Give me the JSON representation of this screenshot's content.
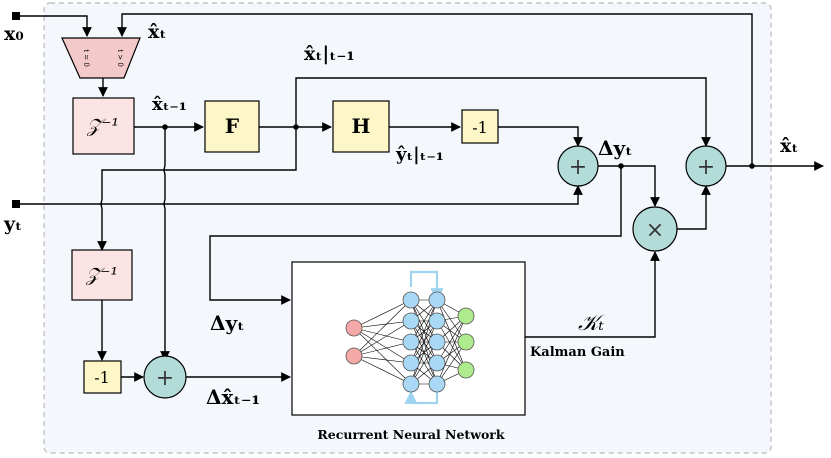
{
  "inputs": {
    "x0": "x₀",
    "yt": "yₜ"
  },
  "blocks": {
    "delay_top": "𝒵⁻¹",
    "delay_bottom": "𝒵⁻¹",
    "F": "F",
    "H": "H",
    "neg1_top": "-1",
    "neg1_bottom": "-1",
    "switch_top": "t = 0",
    "switch_bottom": "t > 0"
  },
  "operators": {
    "add": "+",
    "multiply": "×"
  },
  "signals": {
    "xhat_t_feedback": "x̂ₜ",
    "xhat_prev": "x̂ₜ₋₁",
    "xhat_pred": "x̂ₜ|ₜ₋₁",
    "yhat_pred": "ŷₜ|ₜ₋₁",
    "delta_y_top": "Δyₜ",
    "delta_y_left": "Δyₜ",
    "delta_xhat": "Δx̂ₜ₋₁",
    "gain_symbol": "𝒦ₜ",
    "output": "x̂ₜ"
  },
  "labels": {
    "kalman_gain": "Kalman Gain",
    "rnn": "Recurrent Neural Network"
  },
  "colors": {
    "delay_fill": "#fde4e4",
    "gain_block_fill": "#fdf7c8",
    "operator_fill": "#b3dcd9",
    "panel_fill": "#f4f8fd",
    "input_neuron": "#f4a8a8",
    "hidden_neuron": "#a9d8f5",
    "output_neuron": "#aeea8e",
    "recurrent_arrow": "#9fd4f0"
  }
}
